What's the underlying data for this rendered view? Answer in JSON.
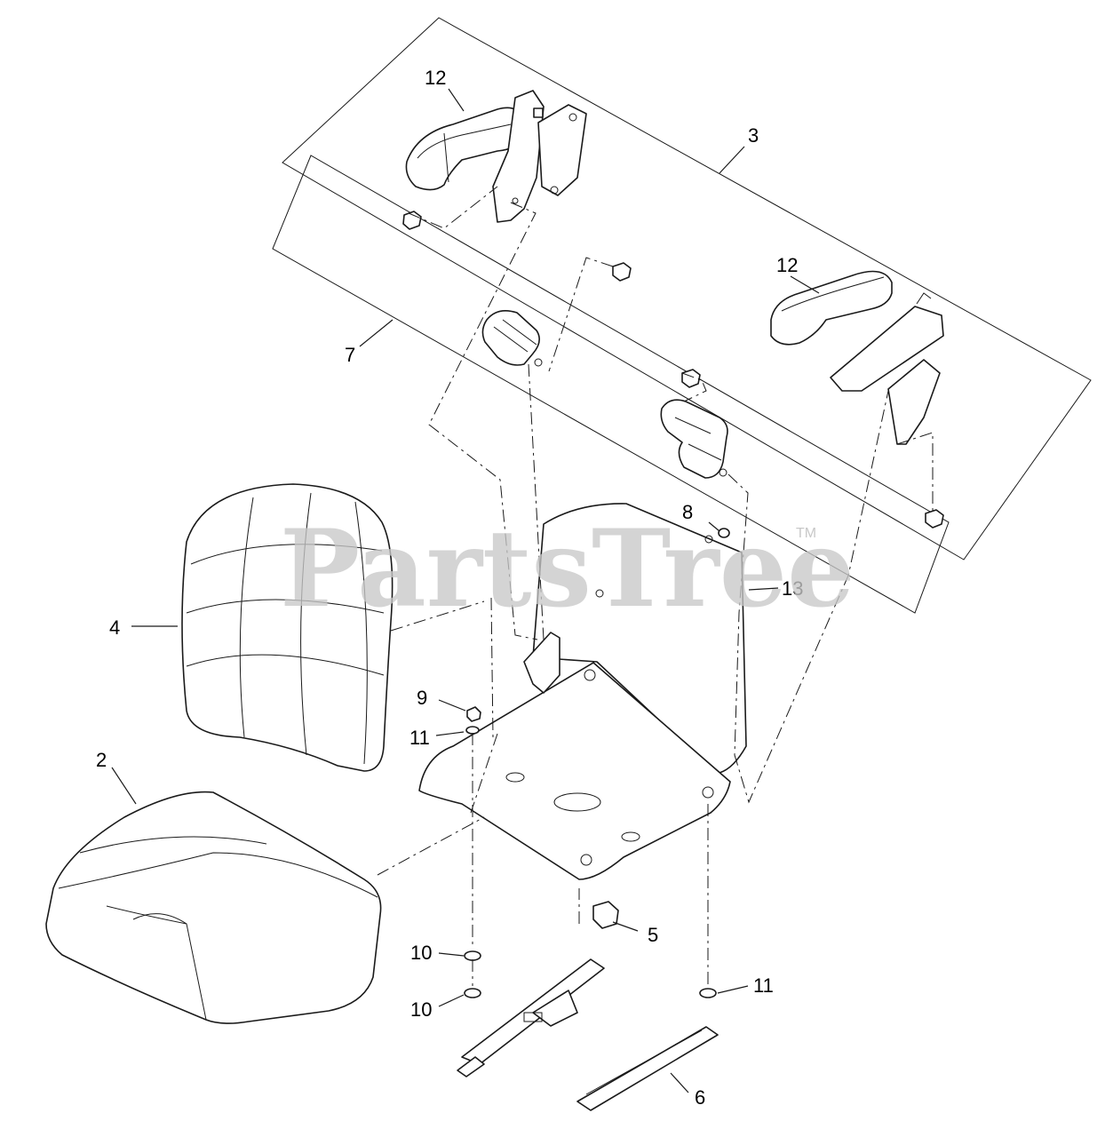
{
  "watermark": {
    "brand": "PartsTree",
    "trademark": "TM"
  },
  "callouts": {
    "p12a": "12",
    "p3": "3",
    "p12b": "12",
    "p7": "7",
    "p8": "8",
    "p13": "13",
    "p4": "4",
    "p9": "9",
    "p11a": "11",
    "p2": "2",
    "p5": "5",
    "p10a": "10",
    "p10b": "10",
    "p11b": "11",
    "p6": "6"
  }
}
